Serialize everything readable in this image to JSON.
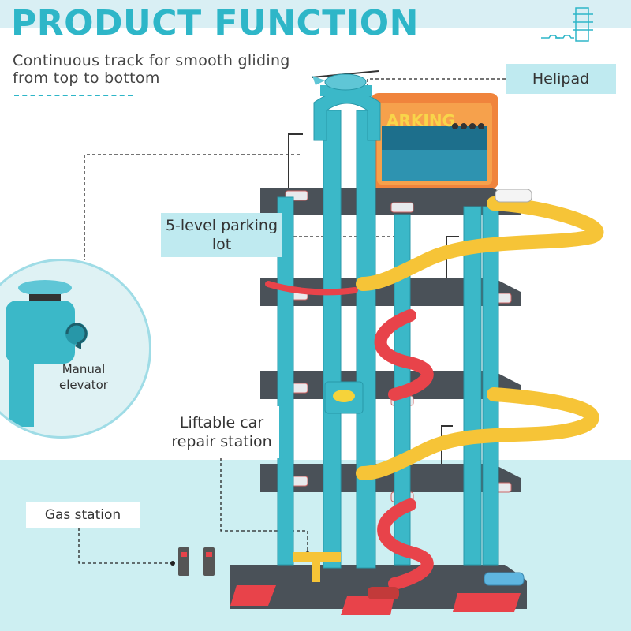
{
  "header": {
    "title": "PRODUCT FUNCTION",
    "subtitle": "Continuous track for smooth gliding from top to bottom"
  },
  "callouts": {
    "helipad": "Helipad",
    "parking_lot": "5-level parking lot",
    "manual_elevator": "Manual elevator",
    "repair_station": "Liftable car repair station",
    "gas_station": "Gas station"
  },
  "sign": {
    "text": "ARKING"
  },
  "colors": {
    "accent": "#2eb6c8",
    "tower": "#3bb8c8",
    "floor": "#4a5158",
    "ramp_yellow": "#f6c437",
    "ramp_red": "#e8434a",
    "label_bg": "#bfeaf0"
  }
}
